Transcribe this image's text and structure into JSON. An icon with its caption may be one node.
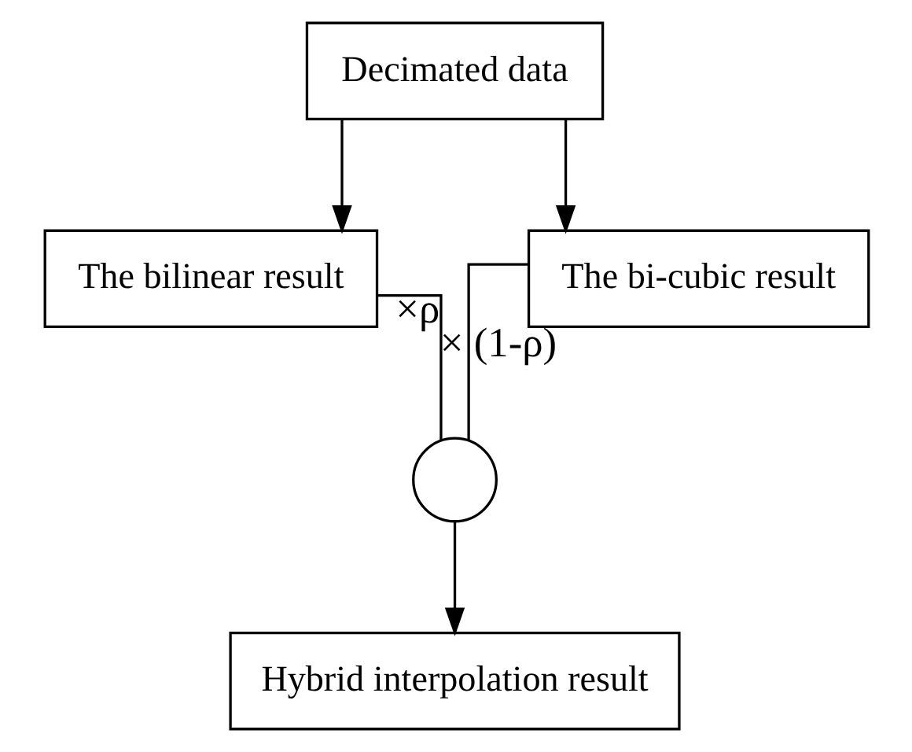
{
  "diagram": {
    "nodes": [
      {
        "text": [
          "Decimated data"
        ]
      },
      {
        "text": [
          "The bilinear result"
        ]
      },
      {
        "text": [
          "The bi-cubic result"
        ]
      },
      {
        "text": [],
        "shape": "circle"
      },
      {
        "text": [
          "Hybrid interpolation result"
        ]
      }
    ],
    "edges": [
      {
        "from": 0,
        "to": 1,
        "arrow": "to"
      },
      {
        "from": 0,
        "to": 2,
        "arrow": "to"
      },
      {
        "from": 1,
        "to": 3,
        "arrow": "none",
        "label": "×ρ"
      },
      {
        "from": 2,
        "to": 3,
        "arrow": "none",
        "label": "× (1-ρ)"
      },
      {
        "from": 3,
        "to": 4,
        "arrow": "to"
      }
    ]
  }
}
